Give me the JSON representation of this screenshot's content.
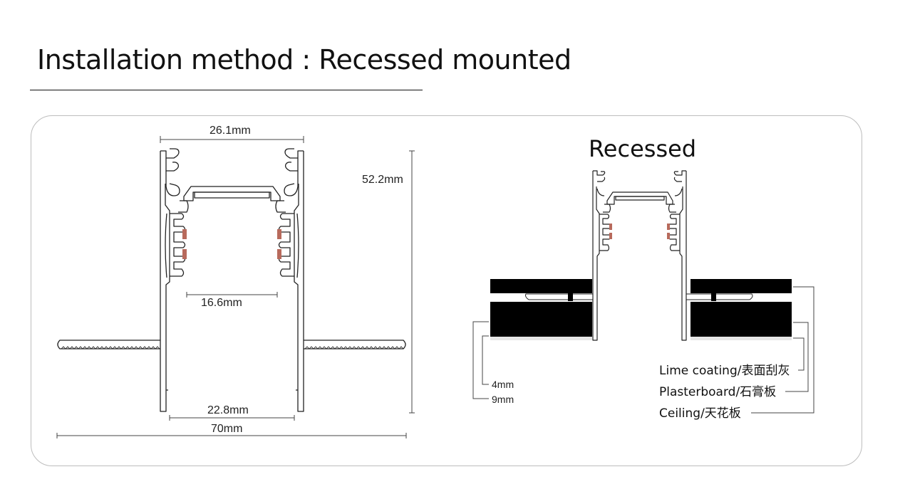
{
  "title": "Installation method : Recessed mounted",
  "left_profile": {
    "dim_top_width": "26.1mm",
    "dim_height": "52.2mm",
    "dim_inner_width": "16.6mm",
    "dim_bottom_opening": "22.8mm",
    "dim_total_width": "70mm"
  },
  "right_diagram": {
    "heading": "Recessed",
    "dim_coating": "4mm",
    "dim_plasterboard": "9mm",
    "legend": {
      "lime_coating": "Lime coating/表面刮灰",
      "plasterboard": "Plasterboard/石膏板",
      "ceiling": "Ceiling/天花板"
    }
  },
  "colors": {
    "line": "#222222",
    "connector": "#b86a5c",
    "panel_border": "#bdbdbd",
    "board": "#000000",
    "coating": "#e6e6e6"
  }
}
